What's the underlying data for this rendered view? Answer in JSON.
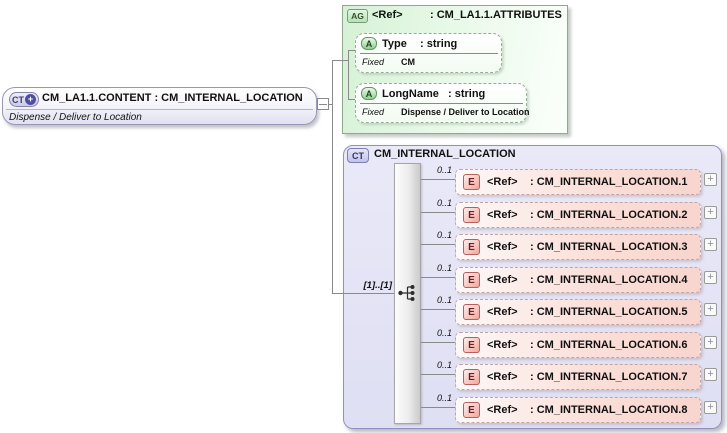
{
  "diagram": {
    "root_node": {
      "badge": "CT",
      "badge_plus": "+",
      "title": "CM_LA1.1.CONTENT : CM_INTERNAL_LOCATION",
      "annotation": "Dispense / Deliver to Location"
    },
    "attribute_group": {
      "badge": "AG",
      "ref_label": "<Ref>",
      "title": ": CM_LA1.1.ATTRIBUTES",
      "attributes": [
        {
          "badge": "A",
          "name": "Type",
          "datatype": ": string",
          "fixed_label": "Fixed",
          "fixed_value": "CM"
        },
        {
          "badge": "A",
          "name": "LongName",
          "datatype": ": string",
          "fixed_label": "Fixed",
          "fixed_value": "Dispense / Deliver to Location"
        }
      ]
    },
    "complex_type": {
      "badge": "CT",
      "title": "CM_INTERNAL_LOCATION",
      "compositor_cardinality": "[1]..[1]",
      "element_cardinality": "0..1",
      "expand_glyph": "+",
      "elements": [
        {
          "badge": "E",
          "ref_label": "<Ref>",
          "title": ": CM_INTERNAL_LOCATION.1"
        },
        {
          "badge": "E",
          "ref_label": "<Ref>",
          "title": ": CM_INTERNAL_LOCATION.2"
        },
        {
          "badge": "E",
          "ref_label": "<Ref>",
          "title": ": CM_INTERNAL_LOCATION.3"
        },
        {
          "badge": "E",
          "ref_label": "<Ref>",
          "title": ": CM_INTERNAL_LOCATION.4"
        },
        {
          "badge": "E",
          "ref_label": "<Ref>",
          "title": ": CM_INTERNAL_LOCATION.5"
        },
        {
          "badge": "E",
          "ref_label": "<Ref>",
          "title": ": CM_INTERNAL_LOCATION.6"
        },
        {
          "badge": "E",
          "ref_label": "<Ref>",
          "title": ": CM_INTERNAL_LOCATION.7"
        },
        {
          "badge": "E",
          "ref_label": "<Ref>",
          "title": ": CM_INTERNAL_LOCATION.8"
        }
      ]
    },
    "colors": {
      "attribute_group_fill": "#d5f1d5",
      "attribute_badge_fill": "#8ed08e",
      "complex_type_fill": "#e4e4f5",
      "element_fill": "#f8d5ce",
      "element_badge_border": "#b55f5f",
      "node_border": "#9898b8",
      "connector_line": "#8a8a8a"
    }
  }
}
